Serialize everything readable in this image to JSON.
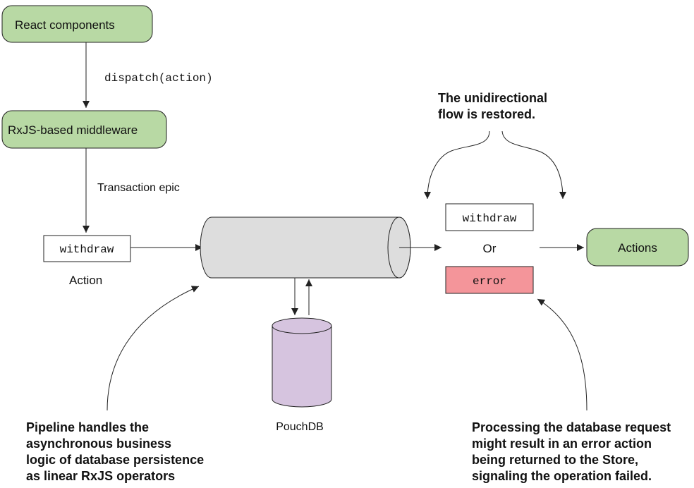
{
  "nodes": {
    "react_components": "React components",
    "middleware": "RxJS-based middleware",
    "withdraw_in": "withdraw",
    "withdraw_out": "withdraw",
    "error": "error",
    "actions": "Actions",
    "pouchdb": "PouchDB"
  },
  "labels": {
    "dispatch": "dispatch(action)",
    "transaction_epic": "Transaction epic",
    "action": "Action",
    "or": "Or"
  },
  "annotations": {
    "unidirectional": [
      "The unidirectional",
      "flow is restored."
    ],
    "pipeline": [
      "Pipeline handles the",
      "asynchronous business",
      "logic of database persistence",
      "as linear RxJS operators"
    ],
    "processing": [
      "Processing the database request",
      "might result in an error action",
      "being returned to the Store,",
      "signaling the operation failed."
    ]
  },
  "colors": {
    "green_node": "#b8d9a4",
    "pipe": "#dddddd",
    "database": "#d6c4df",
    "error_box": "#f4959a"
  }
}
